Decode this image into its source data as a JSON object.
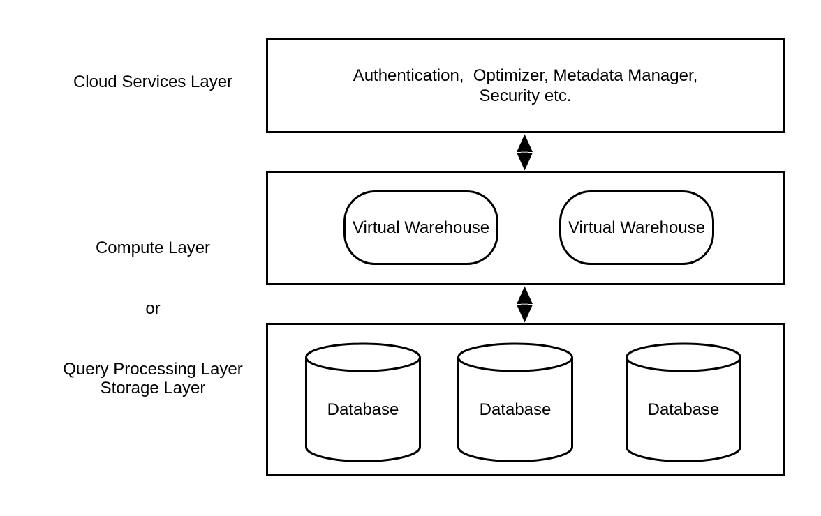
{
  "diagram": {
    "title": "Snowflake-style three-layer architecture diagram",
    "colors": {
      "background": "#ffffff",
      "stroke": "#000000",
      "text": "#000000",
      "arrow_dash": "#999999"
    },
    "layers": {
      "cloud_services": {
        "label": "Cloud Services Layer",
        "box_lines": {
          "line1": "Authentication,  Optimizer, Metadata Manager,",
          "line2": "Security etc."
        }
      },
      "compute": {
        "label_lines": {
          "line1": "Compute Layer",
          "line2": "or",
          "line3": "Query Processing Layer"
        },
        "warehouses": [
          "Virtual Warehouse",
          "Virtual Warehouse"
        ]
      },
      "storage": {
        "label": "Storage Layer",
        "databases": [
          "Database",
          "Database",
          "Database"
        ]
      }
    }
  }
}
